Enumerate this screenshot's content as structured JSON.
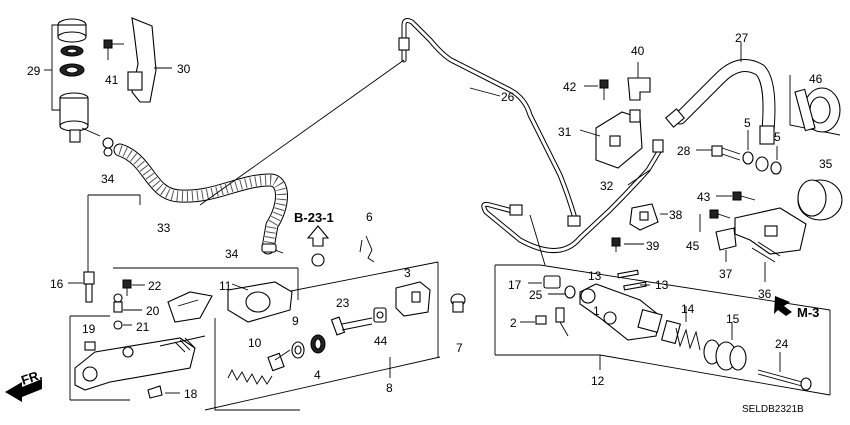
{
  "diagram": {
    "code": "SELDB2321B",
    "ref_b": "B-23-1",
    "ref_m": "M-3",
    "front_label": "FR."
  },
  "parts": {
    "p1": "1",
    "p2": "2",
    "p3": "3",
    "p4": "4",
    "p5a": "5",
    "p5b": "5",
    "p6": "6",
    "p7": "7",
    "p8": "8",
    "p9": "9",
    "p10": "10",
    "p11": "11",
    "p12": "12",
    "p13a": "13",
    "p13b": "13",
    "p14": "14",
    "p15": "15",
    "p16": "16",
    "p17": "17",
    "p18": "18",
    "p19": "19",
    "p20": "20",
    "p21": "21",
    "p22": "22",
    "p23": "23",
    "p24": "24",
    "p25": "25",
    "p26": "26",
    "p27": "27",
    "p28": "28",
    "p29": "29",
    "p30": "30",
    "p31": "31",
    "p32": "32",
    "p33": "33",
    "p34a": "34",
    "p34b": "34",
    "p35": "35",
    "p36": "36",
    "p37": "37",
    "p38": "38",
    "p39": "39",
    "p40": "40",
    "p41": "41",
    "p42": "42",
    "p43": "43",
    "p44": "44",
    "p45": "45",
    "p46": "46"
  }
}
